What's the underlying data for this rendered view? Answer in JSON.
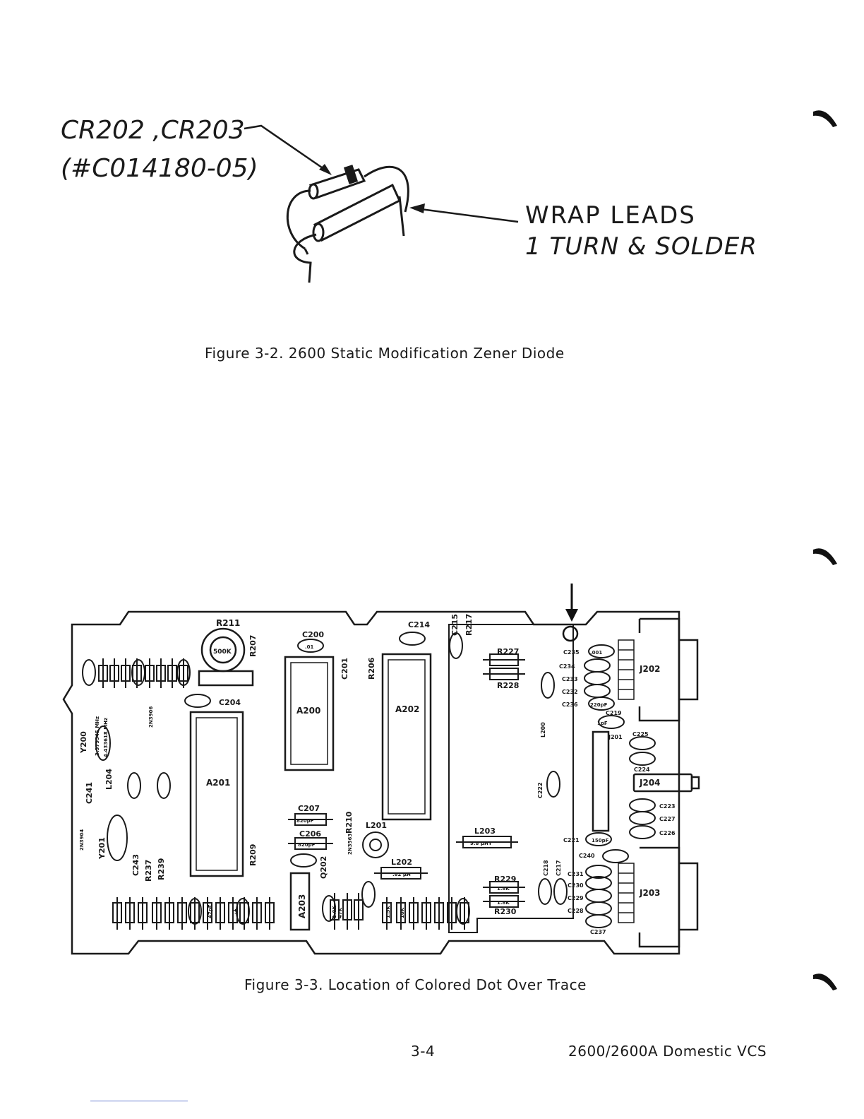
{
  "figure1": {
    "label_part": "CR202 ,CR203",
    "label_partnum": "(#C014180-05)",
    "label_wrap_line1": "WRAP LEADS",
    "label_wrap_line2": "1 TURN & SOLDER",
    "caption": "Figure 3-2.  2600 Static Modification Zener Diode"
  },
  "figure2": {
    "caption": "Figure 3-3.  Location of Colored Dot Over Trace",
    "chips": [
      "A200",
      "A201",
      "A202",
      "A203"
    ],
    "connectors": [
      "J202",
      "J203",
      "J204"
    ],
    "pot": {
      "ref": "R211",
      "value": "500K"
    },
    "top_labels": [
      "C200",
      "C214",
      "C215",
      "R217",
      "R227",
      "R228",
      "C204",
      "C201",
      "R206",
      "R207"
    ],
    "mid_labels": [
      "C207",
      "C206",
      "L201",
      "L202",
      "L203",
      "R229",
      "R230",
      "R209",
      "R210",
      "Q202",
      "Y200",
      "Y201",
      "L204",
      "C241",
      "C243",
      "R237",
      "R239"
    ],
    "right_labels": [
      "C235",
      "C234",
      "C233",
      "C232",
      "C236",
      "C219",
      "J201",
      "C225",
      "C224",
      "C223",
      "C227",
      "C226",
      "C221",
      "C240",
      "C231",
      "C230",
      "C229",
      "C228",
      "C237",
      "C218",
      "C217",
      "C222",
      "L200"
    ],
    "values": [
      ".01",
      ".001",
      "820pF",
      "820pF",
      "9.8 µHY",
      ".82 µH",
      "1.8K",
      "1.8K",
      "1.0K",
      "47K",
      "1.5K",
      "10K",
      "220pF",
      "1pF",
      "150pF",
      "47pF",
      ".1",
      "4.433618 MHz",
      "3.579545 MHz",
      "2N3904",
      "2N3906",
      "2N3563"
    ]
  },
  "footer": {
    "page": "3-4",
    "manual": "2600/2600A Domestic VCS"
  }
}
